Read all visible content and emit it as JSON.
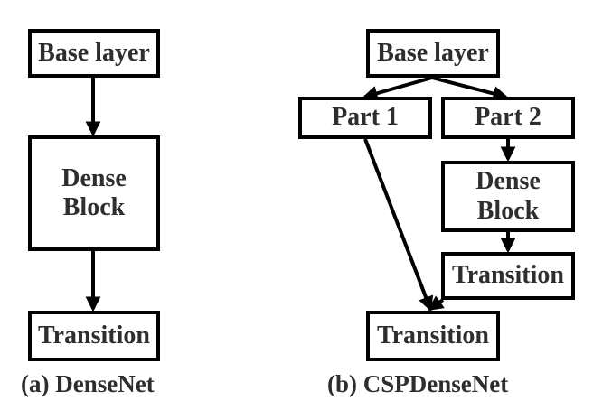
{
  "panel_a": {
    "nodes": {
      "base": "Base layer",
      "dense": "Dense\nBlock",
      "transition": "Transition"
    },
    "caption": "(a) DenseNet"
  },
  "panel_b": {
    "nodes": {
      "base": "Base layer",
      "part1": "Part 1",
      "part2": "Part 2",
      "dense": "Dense\nBlock",
      "transition_mid": "Transition",
      "transition_final": "Transition"
    },
    "caption": "(b) CSPDenseNet"
  },
  "colors": {
    "stroke": "#000000",
    "text": "#2e2e2e",
    "background": "#ffffff"
  }
}
